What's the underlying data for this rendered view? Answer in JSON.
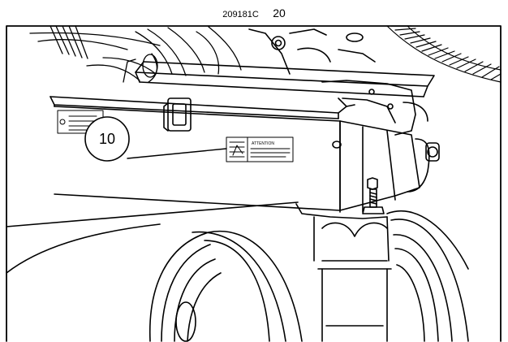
{
  "header": {
    "part_number": "209181C",
    "page_number": "20"
  },
  "figure": {
    "callout_number": "10",
    "decal_heading": "ATTENTION"
  }
}
